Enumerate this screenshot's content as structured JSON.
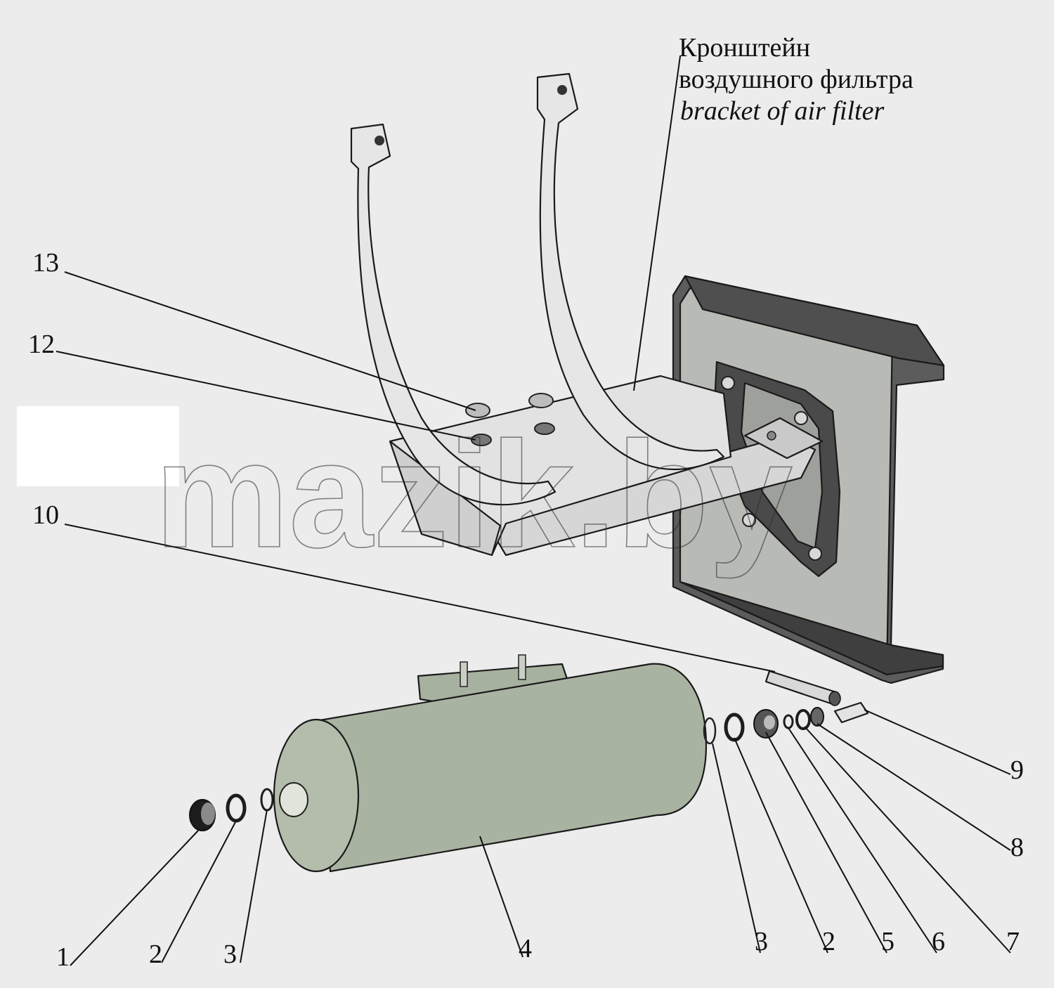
{
  "caption": {
    "line1": "Кронштейн",
    "line2": "воздушного фильтра",
    "line3": "bracket of air filter"
  },
  "callouts": {
    "c13": "13",
    "c12": "12",
    "c10": "10",
    "c9": "9",
    "c8": "8",
    "c7": "7",
    "c6": "6",
    "c5": "5",
    "c4": "4",
    "c3a": "3",
    "c2a": "2",
    "c1": "1",
    "c3b": "3",
    "c2b": "2"
  },
  "watermark": "mazik.by",
  "colors": {
    "background": "#ececec",
    "bracket": "#e3e3e3",
    "plate": "#c9cbc6",
    "channel_dark": "#5f5f5f",
    "tank": "#a9b3a2",
    "tank_dark": "#7f8a79"
  }
}
